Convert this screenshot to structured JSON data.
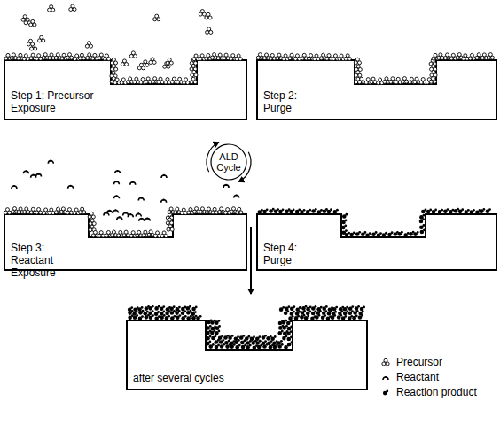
{
  "diagram": {
    "nodes": [
      {
        "text": [
          "ALD Cycle"
        ]
      }
    ],
    "edges": [],
    "labels": [
      "Step 1: Precursor Exposure",
      "Step 2: Purge",
      "Step 3: Reactant Exposure",
      "Step 4: Purge",
      "after several cycles"
    ],
    "legend": [
      {
        "text": "Precursor"
      },
      {
        "text": "Reactant"
      },
      {
        "text": "Reaction product"
      }
    ]
  }
}
